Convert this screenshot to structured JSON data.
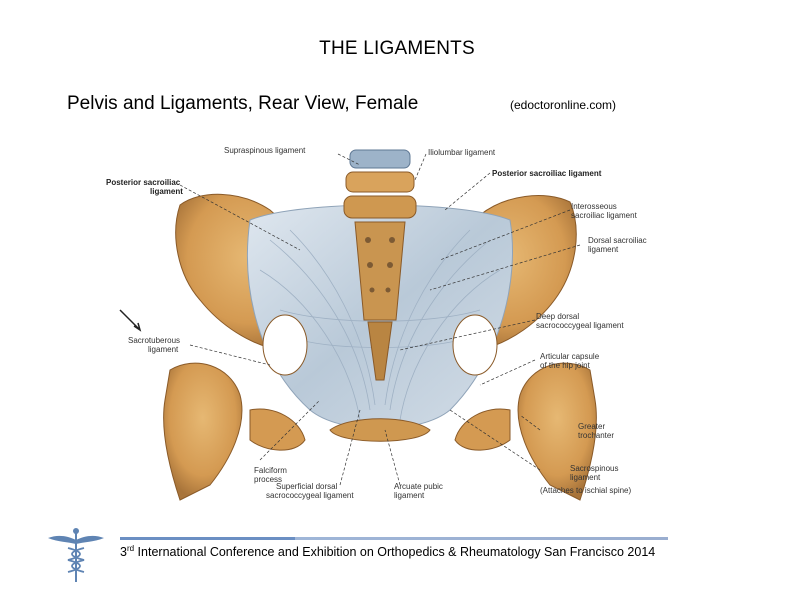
{
  "slide": {
    "title": "THE LIGAMENTS",
    "subtitle": "Pelvis and Ligaments, Rear View, Female",
    "source": "(edoctoronline.com)"
  },
  "figure": {
    "labels": {
      "supraspinous": "Supraspinous ligament",
      "iliolumbar": "Iliolumbar ligament",
      "posterior_sacroiliac_right": "Posterior sacroiliac ligament",
      "posterior_sacroiliac_left_1": "Posterior sacroiliac",
      "posterior_sacroiliac_left_2": "ligament",
      "interosseous_1": "Interosseous",
      "interosseous_2": "sacroiliac ligament",
      "dorsal_sacroiliac_1": "Dorsal sacroiliac",
      "dorsal_sacroiliac_2": "ligament",
      "deep_dorsal_1": "Deep dorsal",
      "deep_dorsal_2": "sacrococcygeal ligament",
      "sacrotuberous_1": "Sacrotuberous",
      "sacrotuberous_2": "ligament",
      "articular_capsule_1": "Articular capsule",
      "articular_capsule_2": "of the hip joint",
      "greater_trochanter_1": "Greater",
      "greater_trochanter_2": "trochanter",
      "sacrospinous_1": "Sacrospinous",
      "sacrospinous_2": "ligament",
      "sacrospinous_3": "(Attaches to ischial spine)",
      "falciform_1": "Falciform",
      "falciform_2": "process",
      "superficial_1": "Superficial dorsal",
      "superficial_2": "sacrococcygeal ligament",
      "arcuate_1": "Arcuate pubic",
      "arcuate_2": "ligament"
    }
  },
  "footer": {
    "ordinal_number": "3",
    "ordinal_suffix": "rd",
    "text": " International Conference and Exhibition on Orthopedics & Rheumatology San Francisco 2014"
  },
  "colors": {
    "bone": "#d9a35c",
    "bone_dark": "#b8823e",
    "ligament": "#c9d6e2",
    "footer_line": "#7fa0c9",
    "logo": "#5f84b3"
  },
  "icons": {
    "logo": "caduceus-icon"
  }
}
